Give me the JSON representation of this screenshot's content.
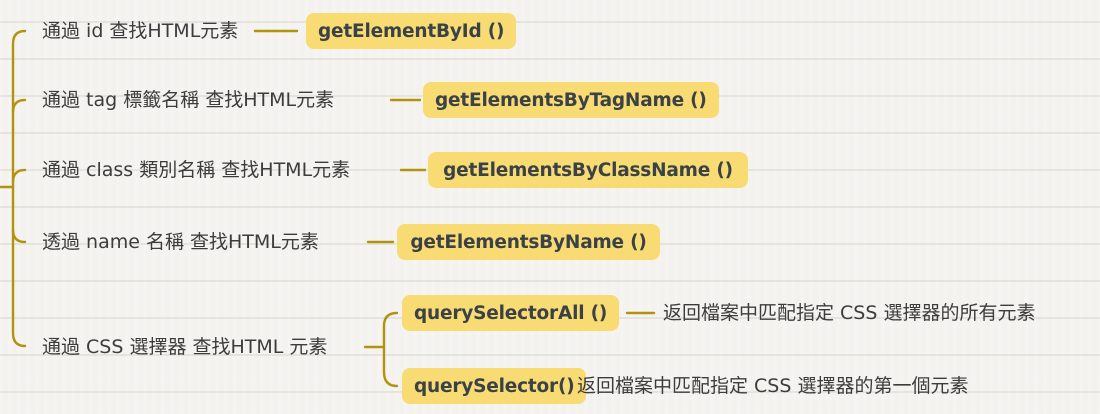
{
  "colors": {
    "background": "#f4f3f0",
    "connector": "#b2930e",
    "node_bg": "#f8db72",
    "node_text": "#3b4247",
    "label_text": "#3c3c3c"
  },
  "mindmap": {
    "branches": [
      {
        "label": "通過 id 查找HTML元素",
        "method": "getElementById ()"
      },
      {
        "label": "通過 tag 標籤名稱 查找HTML元素",
        "method": "getElementsByTagName ()"
      },
      {
        "label": "通過 class 類別名稱 查找HTML元素",
        "method": "getElementsByClassName ()"
      },
      {
        "label": "透過 name 名稱 查找HTML元素",
        "method": "getElementsByName ()"
      },
      {
        "label": "通過 CSS 選擇器 查找HTML 元素",
        "children": [
          {
            "method": "querySelectorAll ()",
            "description": "返回檔案中匹配指定 CSS 選擇器的所有元素"
          },
          {
            "method": "querySelector()",
            "description": "返回檔案中匹配指定 CSS 選擇器的第一個元素"
          }
        ]
      }
    ]
  }
}
